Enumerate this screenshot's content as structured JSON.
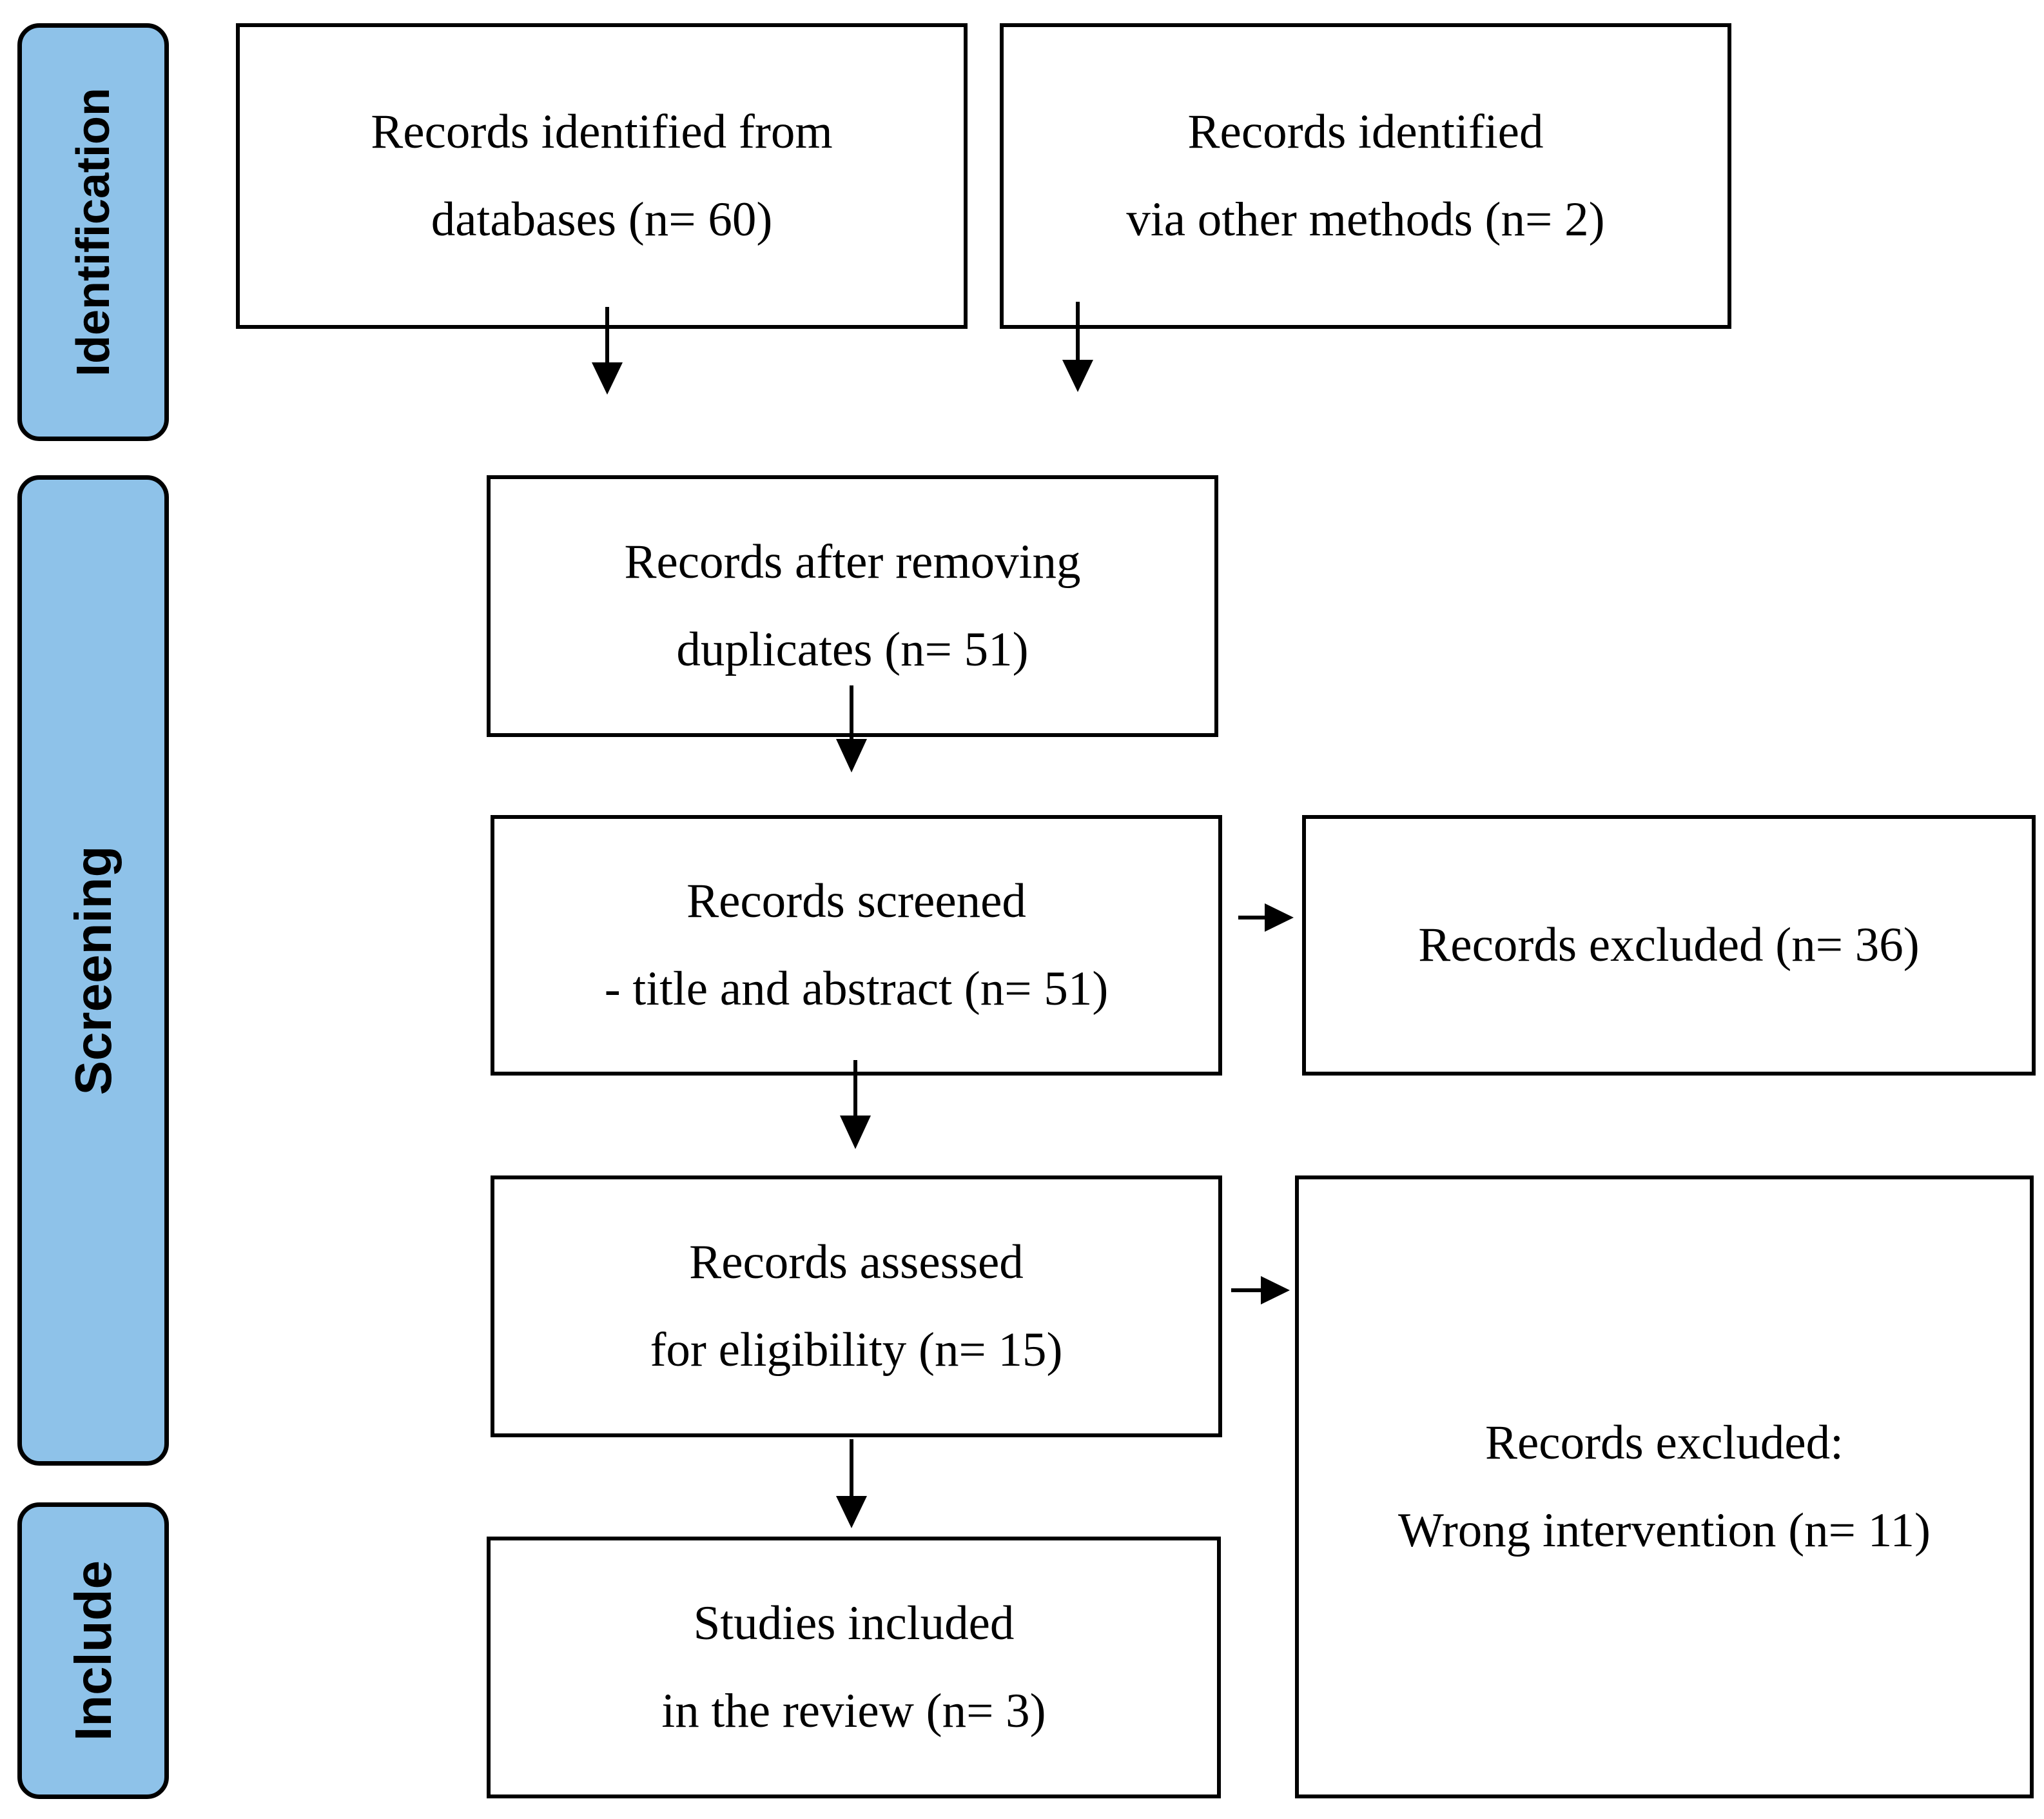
{
  "phases": {
    "identification": "Identification",
    "screening": "Screening",
    "include": "Include"
  },
  "boxes": {
    "databases": {
      "line1": "Records identified from",
      "line2": "databases (n= 60)"
    },
    "other_methods": {
      "line1": "Records identified",
      "line2": "via other methods (n= 2)"
    },
    "after_duplicates": {
      "line1": "Records after removing",
      "line2": "duplicates (n= 51)"
    },
    "screened": {
      "line1": "Records screened",
      "line2": "- title and abstract (n= 51)"
    },
    "excluded_screening": {
      "line1": "Records excluded (n= 36)"
    },
    "eligibility": {
      "line1": "Records assessed",
      "line2": "for eligibility (n= 15)"
    },
    "excluded_eligibility": {
      "line1": "Records excluded:",
      "line2": "Wrong intervention (n= 11)"
    },
    "included": {
      "line1": "Studies included",
      "line2": "in the review (n= 3)"
    }
  }
}
